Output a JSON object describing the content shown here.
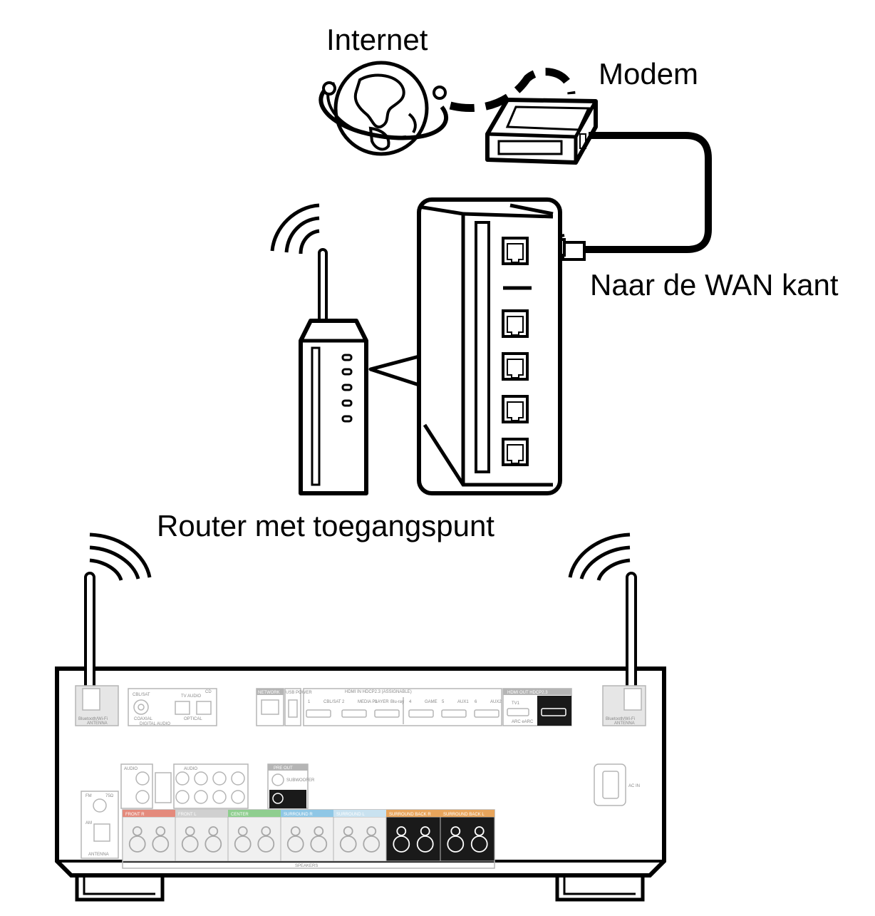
{
  "labels": {
    "internet": "Internet",
    "modem": "Modem",
    "wan_side": "Naar de WAN kant",
    "router": "Router met toegangspunt"
  },
  "receiver": {
    "left_antenna": [
      "Bluetooth/Wi-Fi",
      "ANTENNA"
    ],
    "right_antenna": [
      "Bluetooth/Wi-Fi",
      "ANTENNA"
    ],
    "digital_audio": {
      "coaxial_top": "CBL/SAT",
      "coaxial": "COAXIAL",
      "optical_tv": "TV AUDIO",
      "optical_cd": "CD",
      "optical": "OPTICAL",
      "group": "DIGITAL AUDIO"
    },
    "network": "NETWORK",
    "usb_power": "USB POWER",
    "hdmi_in": "HDMI  IN  HDCP2.3  (ASSIGNABLE)",
    "hdmi_inputs": [
      "1",
      "CBL/SAT",
      "2",
      "MEDIA PLAYER",
      "3",
      "Blu-ray",
      "4",
      "GAME",
      "5",
      "AUX1",
      "6",
      "AUX2"
    ],
    "hdmi_out": "HDMI OUT HDCP2.3",
    "tv1": "TV1",
    "arc": "ARC eARC",
    "audio_in": "AUDIO",
    "pre_out": "PRE OUT",
    "subwoofer": "SUBWOOFER",
    "fm": "FM",
    "fm_ohm": "75Ω",
    "am": "AM",
    "antenna": "ANTENNA",
    "ac_in": "AC IN",
    "speakers": "SPEAKERS",
    "speaker_groups": [
      "FRONT R",
      "FRONT L",
      "CENTER",
      "SURROUND R",
      "SURROUND L",
      "SURROUND BACK R",
      "SURROUND BACK L"
    ],
    "speaker_group_colors": [
      "#e48a7c",
      "#d0d0d0",
      "#8fce8f",
      "#8fc7e6",
      "#c9e2f0",
      "#e8a55c",
      "#e8a55c"
    ]
  }
}
